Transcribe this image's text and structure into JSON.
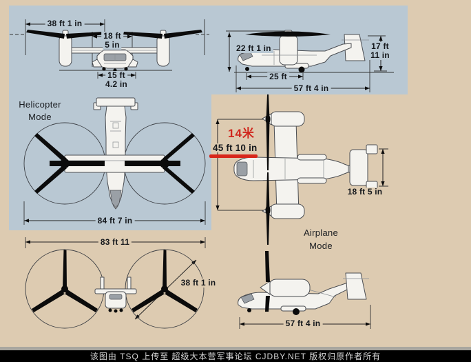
{
  "colors": {
    "background_tan": "#ddcbb1",
    "panel_blue": "#b9c8d3",
    "red_accent": "#d8271b",
    "line": "#222222",
    "footer_bg": "#000000",
    "footer_text": "#d6d6d6"
  },
  "modes": {
    "helicopter": {
      "line1": "Helicopter",
      "line2": "Mode"
    },
    "airplane": {
      "line1": "Airplane",
      "line2": "Mode"
    }
  },
  "views": {
    "front_helicopter": {
      "rotor_diameter": "38 ft 1 in",
      "nacelle_span_line1": "18 ft",
      "nacelle_span_line2": "5 in",
      "gear_track_line1": "15 ft",
      "gear_track_line2": "4.2 in"
    },
    "side_helicopter": {
      "overall_height": "22 ft 1 in",
      "tail_height_line1": "17 ft",
      "tail_height_line2": "11 in",
      "wheel_base": "25 ft",
      "fuselage_length": "57 ft 4 in"
    },
    "top_helicopter": {
      "overall_width": "84 ft 7 in"
    },
    "top_airplane": {
      "meters_note": "14米",
      "prop_span": "45 ft 10 in",
      "stabilizer_span": "18 ft 5 in"
    },
    "front_airplane": {
      "overall_span": "83 ft 11",
      "rotor_diameter": "38 ft 1 in"
    },
    "side_airplane": {
      "fuselage_length": "57 ft 4 in"
    }
  },
  "footer": {
    "credit": "该图由 TSQ 上传至 超级大本营军事论坛 CJDBY.NET 版权归原作者所有"
  }
}
